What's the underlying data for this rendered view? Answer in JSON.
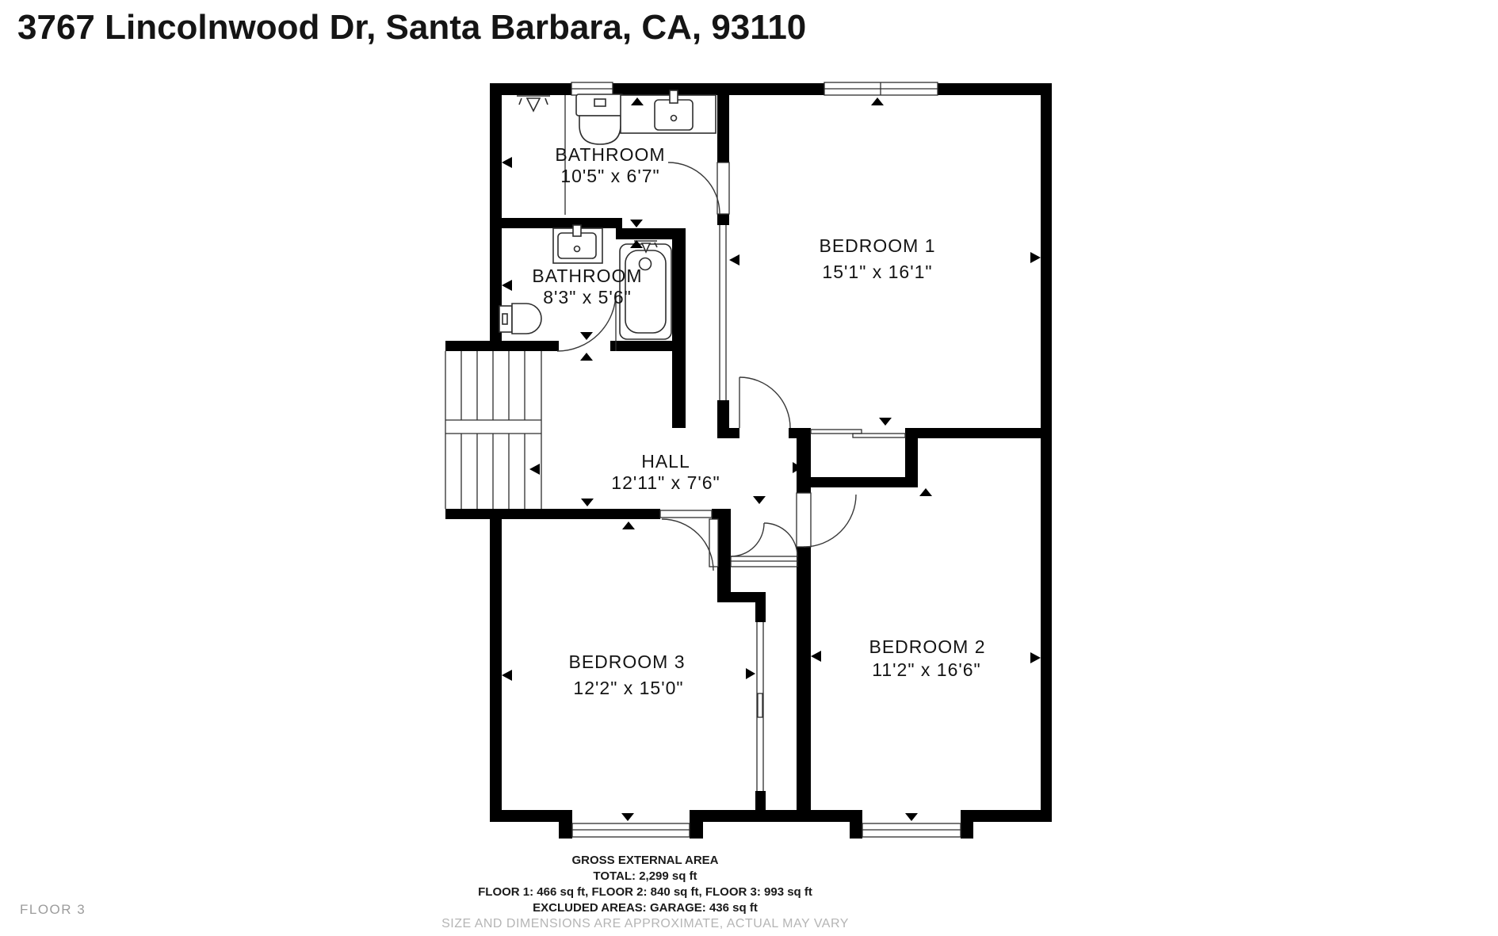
{
  "title": "3767 Lincolnwood Dr, Santa Barbara, CA, 93110",
  "floor_label": "FLOOR 3",
  "rooms": {
    "bathroom1": {
      "name": "BATHROOM",
      "dims": "10'5\" x 6'7\""
    },
    "bathroom2": {
      "name": "BATHROOM",
      "dims": "8'3\" x 5'6\""
    },
    "bedroom1": {
      "name": "BEDROOM 1",
      "dims": "15'1\" x 16'1\""
    },
    "hall": {
      "name": "HALL",
      "dims": "12'11\" x 7'6\""
    },
    "bedroom3": {
      "name": "BEDROOM 3",
      "dims": "12'2\" x 15'0\""
    },
    "bedroom2": {
      "name": "BEDROOM 2",
      "dims": "11'2\" x 16'6\""
    }
  },
  "footer": {
    "line1": "GROSS EXTERNAL AREA",
    "line2": "TOTAL: 2,299 sq ft",
    "line3": "FLOOR 1: 466 sq ft, FLOOR 2: 840 sq ft, FLOOR 3: 993 sq ft",
    "line4": "EXCLUDED AREAS: GARAGE: 436 sq ft",
    "line5": "SIZE AND DIMENSIONS ARE APPROXIMATE, ACTUAL MAY VARY"
  },
  "icons": [
    "shower-icon",
    "toilet-icon",
    "sink-icon",
    "bathtub-icon",
    "stairs",
    "door-arc",
    "window",
    "direction-tick"
  ],
  "colors": {
    "wall": "#000000",
    "line": "#2e2e2e",
    "label": "#141414",
    "muted": "#9c9c9c",
    "footer_muted": "#b5b5b5",
    "background": "#ffffff"
  }
}
